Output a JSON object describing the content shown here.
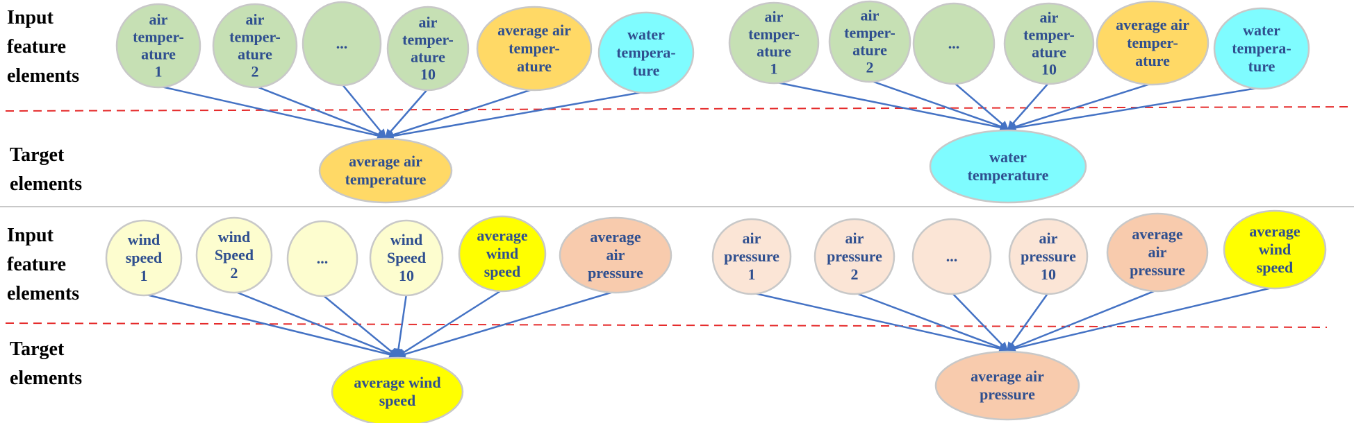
{
  "row_labels": {
    "input": [
      "Input",
      "feature",
      "elements"
    ],
    "target": [
      "Target",
      "elements"
    ]
  },
  "colors": {
    "light_green": "#c6e0b4",
    "orange": "#ffd966",
    "cyan": "#7ffcff",
    "pale_yellow": "#fdfdcf",
    "yellow": "#ffff00",
    "peach": "#f8cbad",
    "light_peach": "#fbe5d6",
    "arrow": "#4472c4",
    "dashed_line": "#e52b2b"
  },
  "panels": [
    {
      "name": "water-temperature-panel",
      "inputs": [
        {
          "lines": [
            "air",
            "temper-",
            "ature",
            "1"
          ],
          "color": "light_green"
        },
        {
          "lines": [
            "air",
            "temper-",
            "ature",
            "2"
          ],
          "color": "light_green"
        },
        {
          "lines": [
            "..."
          ],
          "color": "light_green"
        },
        {
          "lines": [
            "air",
            "temper-",
            "ature",
            "10"
          ],
          "color": "light_green"
        },
        {
          "lines": [
            "average air",
            "temper-",
            "ature"
          ],
          "color": "orange"
        },
        {
          "lines": [
            "water",
            "tempera-",
            "ture"
          ],
          "color": "cyan"
        }
      ],
      "target": {
        "lines": [
          "water",
          "temperature"
        ],
        "color": "cyan"
      }
    },
    {
      "name": "air-temperature-panel",
      "inputs": [
        {
          "lines": [
            "air",
            "temper-",
            "ature",
            "1"
          ],
          "color": "light_green"
        },
        {
          "lines": [
            "air",
            "temper-",
            "ature",
            "2"
          ],
          "color": "light_green"
        },
        {
          "lines": [
            "..."
          ],
          "color": "light_green"
        },
        {
          "lines": [
            "air",
            "temper-",
            "ature",
            "10"
          ],
          "color": "light_green"
        },
        {
          "lines": [
            "average air",
            "temper-",
            "ature"
          ],
          "color": "orange"
        },
        {
          "lines": [
            "water",
            "tempera-",
            "ture"
          ],
          "color": "cyan"
        }
      ],
      "target": {
        "lines": [
          "average air",
          "temperature"
        ],
        "color": "orange"
      }
    },
    {
      "name": "wind-speed-panel",
      "inputs": [
        {
          "lines": [
            "wind",
            "speed",
            "1"
          ],
          "color": "pale_yellow"
        },
        {
          "lines": [
            "wind",
            "Speed",
            "2"
          ],
          "color": "pale_yellow"
        },
        {
          "lines": [
            "..."
          ],
          "color": "pale_yellow"
        },
        {
          "lines": [
            "wind",
            "Speed",
            "10"
          ],
          "color": "pale_yellow"
        },
        {
          "lines": [
            "average",
            "wind",
            "speed"
          ],
          "color": "yellow"
        },
        {
          "lines": [
            "average",
            "air",
            "pressure"
          ],
          "color": "peach"
        }
      ],
      "target": {
        "lines": [
          "average wind",
          "speed"
        ],
        "color": "yellow"
      }
    },
    {
      "name": "air-pressure-panel",
      "inputs": [
        {
          "lines": [
            "air",
            "pressure",
            "1"
          ],
          "color": "light_peach"
        },
        {
          "lines": [
            "air",
            "pressure",
            "2"
          ],
          "color": "light_peach"
        },
        {
          "lines": [
            "..."
          ],
          "color": "light_peach"
        },
        {
          "lines": [
            "air",
            "pressure",
            "10"
          ],
          "color": "light_peach"
        },
        {
          "lines": [
            "average",
            "air",
            "pressure"
          ],
          "color": "peach"
        },
        {
          "lines": [
            "average",
            "wind",
            "speed"
          ],
          "color": "yellow"
        }
      ],
      "target": {
        "lines": [
          "average air",
          "pressure"
        ],
        "color": "peach"
      }
    }
  ]
}
